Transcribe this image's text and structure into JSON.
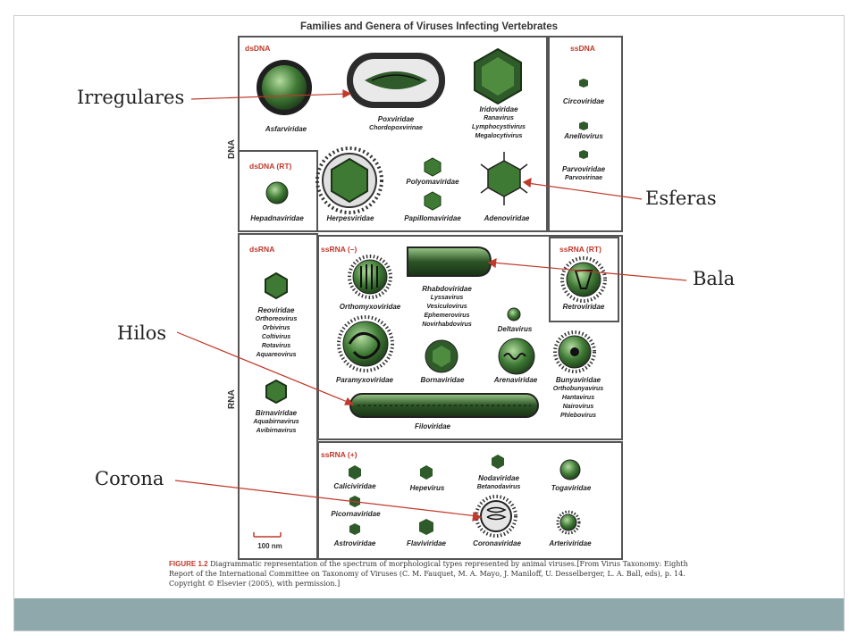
{
  "figure": {
    "title": "Families and Genera of Viruses Infecting Vertebrates",
    "side_labels": {
      "dna": "DNA",
      "rna": "RNA"
    },
    "panels": {
      "dsDNA": "dsDNA",
      "ssDNA": "ssDNA",
      "dsDNA_RT": "dsDNA (RT)",
      "dsRNA": "dsRNA",
      "ssRNA_minus": "ssRNA (–)",
      "ssRNA_RT": "ssRNA (RT)",
      "ssRNA_plus": "ssRNA (+)"
    },
    "viruses": {
      "asfarviridae": "Asfarviridae",
      "poxviridae": "Poxviridae",
      "poxviridae_sub": "Chordopoxvirinae",
      "iridoviridae": "Iridoviridae",
      "iridoviridae_sub": [
        "Ranavirus",
        "Lymphocystivirus",
        "Megalocytivirus"
      ],
      "circoviridae": "Circoviridae",
      "anellovirus": "Anellovirus",
      "parvoviridae": "Parvoviridae",
      "parvoviridae_sub": "Parvovirinae",
      "hepadnaviridae": "Hepadnaviridae",
      "herpesviridae": "Herpesviridae",
      "polyomaviridae": "Polyomaviridae",
      "papillomaviridae": "Papillomaviridae",
      "adenoviridae": "Adenoviridae",
      "reoviridae": "Reoviridae",
      "reoviridae_sub": [
        "Orthoreovirus",
        "Orbivirus",
        "Coltivirus",
        "Rotavirus",
        "Aquareovirus"
      ],
      "birnaviridae": "Birnaviridae",
      "birnaviridae_sub": [
        "Aquabirnavirus",
        "Avibirnavirus"
      ],
      "orthomyxoviridae": "Orthomyxoviridae",
      "rhabdoviridae": "Rhabdoviridae",
      "rhabdoviridae_sub": [
        "Lyssavirus",
        "Vesiculovirus",
        "Ephemerovirus",
        "Novirhabdovirus"
      ],
      "deltavirus": "Deltavirus",
      "retroviridae": "Retroviridae",
      "paramyxoviridae": "Paramyxoviridae",
      "bornaviridae": "Bornaviridae",
      "arenaviridae": "Arenaviridae",
      "bunyaviridae": "Bunyaviridae",
      "bunyaviridae_sub": [
        "Orthobunyavirus",
        "Hantavirus",
        "Nairovirus",
        "Phlebovirus"
      ],
      "filoviridae": "Filoviridae",
      "caliciviridae": "Caliciviridae",
      "hepevirus": "Hepevirus",
      "nodaviridae": "Nodaviridae",
      "nodaviridae_sub": "Betanodavirus",
      "togaviridae": "Togaviridae",
      "picornaviridae": "Picornaviridae",
      "astroviridae": "Astroviridae",
      "flaviviridae": "Flaviviridae",
      "coronaviridae": "Coronaviridae",
      "arteriviridae": "Arteriviridae"
    },
    "scale_bar": "100 nm",
    "caption": {
      "label": "FIGURE 1.2",
      "text": "Diagrammatic representation of the spectrum of morphological types represented by animal viruses.[From Virus Taxonomy: Eighth Report of the International Committee on Taxonomy of Viruses (C. M. Fauquet, M. A. Mayo, J. Maniloff, U. Desselberger, L. A. Ball, eds), p. 14. Copyright © Elsevier (2005), with permission.]"
    }
  },
  "callouts": {
    "irregulares": "Irregulares",
    "esferas": "Esferas",
    "bala": "Bala",
    "hilos": "Hilos",
    "corona": "Corona"
  },
  "colors": {
    "virus_green": "#2f5a2a",
    "virus_light": "#7fb36a",
    "panel_label": "#c0392b",
    "arrow": "#c0392b",
    "footer_bar": "#8fa8ab"
  }
}
